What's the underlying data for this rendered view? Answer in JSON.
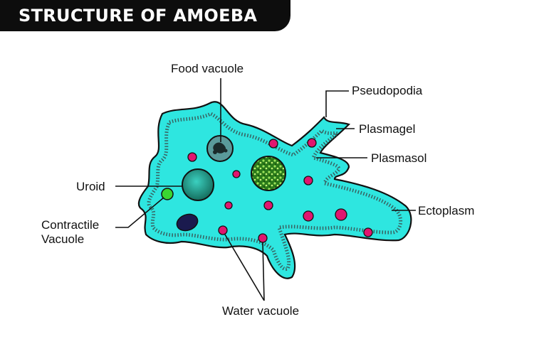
{
  "title": "STRUCTURE OF AMOEBA",
  "labels": {
    "food_vacuole": "Food vacuole",
    "pseudopodia": "Pseudopodia",
    "plasmagel": "Plasmagel",
    "plasmasol": "Plasmasol",
    "uroid": "Uroid",
    "contractile_vacuole_line1": "Contractile",
    "contractile_vacuole_line2": "Vacuole",
    "ectoplasm": "Ectoplasm",
    "water_vacuole": "Water vacuole"
  },
  "colors": {
    "cell_fill": "#2ee6e0",
    "outline": "#111111",
    "water_vacuole": "#e0156f",
    "uroid": "#1a8a78",
    "contractile_vacuole": "#3ad630",
    "nucleus": "#2e7d1e",
    "food_vacuole": "#4a8a8a",
    "dark_vacuole": "#1a1a4e"
  }
}
